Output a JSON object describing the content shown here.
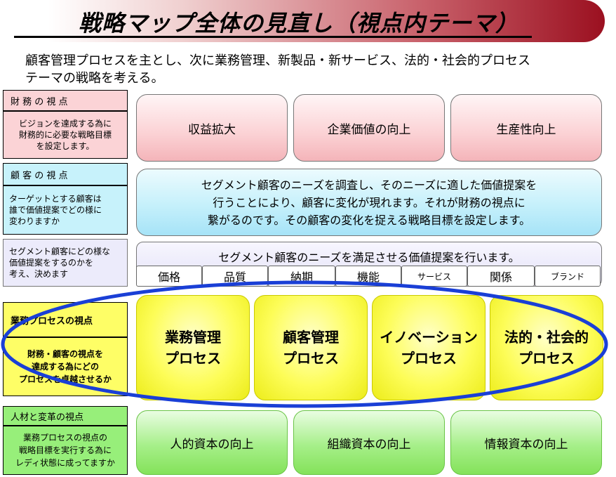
{
  "title": "戦略マップ全体の見直し（視点内テーマ）",
  "subtitle_line1": "顧客管理プロセスを主とし、次に業務管理、新製品・新サービス、法的・社会的プロセス",
  "subtitle_line2": "テーマの戦略を考える。",
  "perspectives": {
    "financial": {
      "heading": "財 務 の 視 点",
      "desc": [
        "ビジョンを達成する為に",
        "財務的に必要な戦略目標",
        "を設定します。"
      ],
      "boxes": [
        "収益拡大",
        "企業価値の向上",
        "生産性向上"
      ]
    },
    "customer": {
      "heading": "顧 客 の 視 点",
      "desc": [
        "ターゲットとする顧客は",
        "誰で価値提案でどの様に",
        "変わりますか"
      ],
      "box_lines": [
        "セグメント顧客のニーズを調査し、そのニーズに適した価値提案を",
        "行うことにより、顧客に変化が現れます。それが財務の視点に",
        "繋がるのです。その顧客の変化を捉える戦略目標を設定します。"
      ]
    },
    "value": {
      "desc": [
        "セグメント顧客にどの様な",
        "価値提案をするのかを",
        "考え、決めます"
      ],
      "box_text": "セグメント顧客のニーズを満足させる価値提案を行います。",
      "tabs": [
        "価格",
        "品質",
        "納期",
        "機能",
        "サービス",
        "関係",
        "ブランド"
      ]
    },
    "process": {
      "heading": "業務プロセスの視点",
      "desc": [
        "財務・顧客の視点を",
        "達成する為にどの",
        "プロセスを卓越させるか"
      ],
      "boxes": [
        {
          "line1": "業務管理",
          "line2": "プロセス"
        },
        {
          "line1": "顧客管理",
          "line2": "プロセス"
        },
        {
          "line1": "イノベーション",
          "line2": "プロセス"
        },
        {
          "line1": "法的・社会的",
          "line2": "プロセス"
        }
      ]
    },
    "learning": {
      "heading": "人材と変革の視点",
      "desc": [
        "業務プロセスの視点の",
        "戦略目標を実行する為に",
        "レディ状態に成ってますか"
      ],
      "boxes": [
        "人的資本の向上",
        "組織資本の向上",
        "情報資本の向上"
      ]
    }
  },
  "colors": {
    "ellipse": "#1a3fd6",
    "title_band_end": "#9b1020"
  }
}
